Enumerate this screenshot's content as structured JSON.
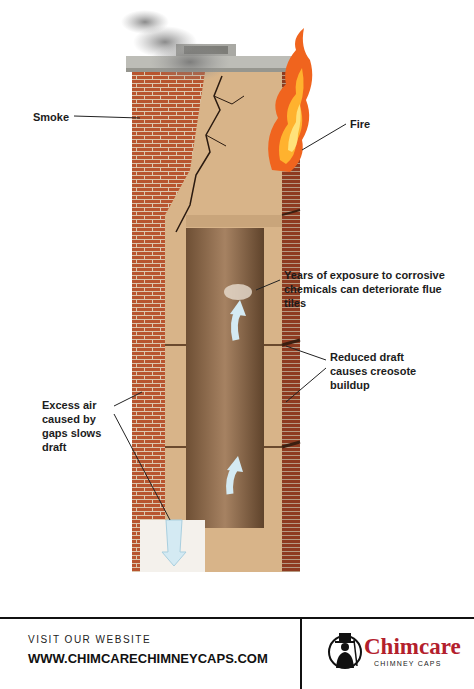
{
  "diagram": {
    "nodes": [
      {
        "text": [
          "VISIT OUR WEBSITE",
          "WWW.CHIMCARECHIMNEYCAPS.COM"
        ]
      },
      {
        "text": [
          "Chimcare",
          "CHIMNEY CAPS"
        ]
      }
    ],
    "labels": [
      "Smoke",
      "Fire",
      "Years of exposure to corrosive chemicals can deteriorate flue tiles",
      "Reduced draft causes creosote buildup",
      "Excess air caused by gaps slows draft"
    ]
  }
}
